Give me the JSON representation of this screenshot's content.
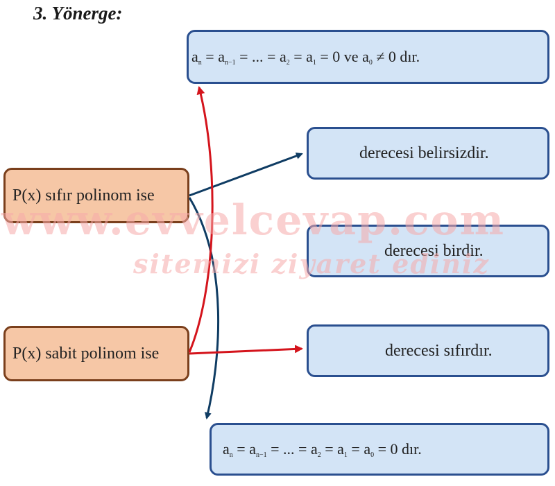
{
  "title": "3. Yönerge:",
  "left": {
    "zero": "P(x) sıfır polinom ise",
    "constant": "P(x) sabit polinom ise"
  },
  "right": {
    "top_formula": {
      "a": "a",
      "n": "n",
      "n1": "n−1",
      "two": "2",
      "one": "1",
      "zero": "0",
      "eq": "=",
      "dots": "...",
      "tail": "= 0 ve a",
      "neq": "≠",
      "end": "0 dır."
    },
    "undefined_degree": "derecesi belirsizdir.",
    "degree_one": "derecesi birdir.",
    "degree_zero": "derecesi sıfırdır.",
    "bottom_formula": {
      "a": "a",
      "n": "n",
      "n1": "n−1",
      "two": "2",
      "one": "1",
      "zero": "0",
      "eq": "=",
      "dots": "...",
      "end": "= 0 dır."
    }
  },
  "watermark": {
    "line1": "www.evvelcevap.com",
    "line2": "sitemizi ziyaret ediniz"
  },
  "colors": {
    "blue_arrow": "#0f3c63",
    "red_arrow": "#d4141c",
    "blue_box_fill": "#d3e4f6",
    "blue_box_border": "#2a4f8f",
    "orange_box_fill": "#f6c7a6",
    "orange_box_border": "#7a3f1c"
  }
}
